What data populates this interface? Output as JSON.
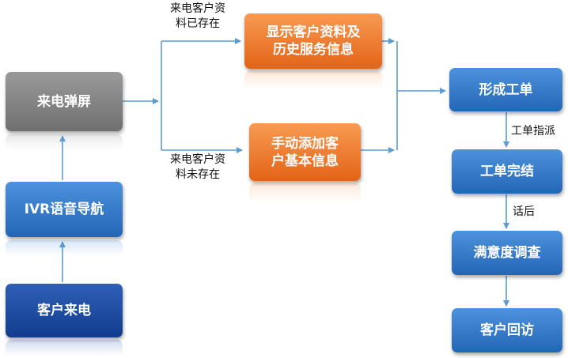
{
  "nodes": {
    "incoming_call": "客户来电",
    "ivr": "IVR语音导航",
    "popup": "来电弹屏",
    "show_info_line1": "显示客户资料及",
    "show_info_line2": "历史服务信息",
    "add_info_line1": "手动添加客",
    "add_info_line2": "户基本信息",
    "create_ticket": "形成工单",
    "ticket_done": "工单完结",
    "survey": "满意度调查",
    "revisit": "客户回访"
  },
  "edge_labels": {
    "exists_line1": "来电客户资",
    "exists_line2": "料已存在",
    "not_exists_line1": "来电客户资",
    "not_exists_line2": "料未存在",
    "dispatch": "工单指派",
    "after_call": "话后"
  },
  "colors": {
    "gray": "#7f7f7f",
    "blue": "#2f78cc",
    "navy": "#1a4a9e",
    "orange": "#f07a2c",
    "connector": "#5b9bd5"
  }
}
